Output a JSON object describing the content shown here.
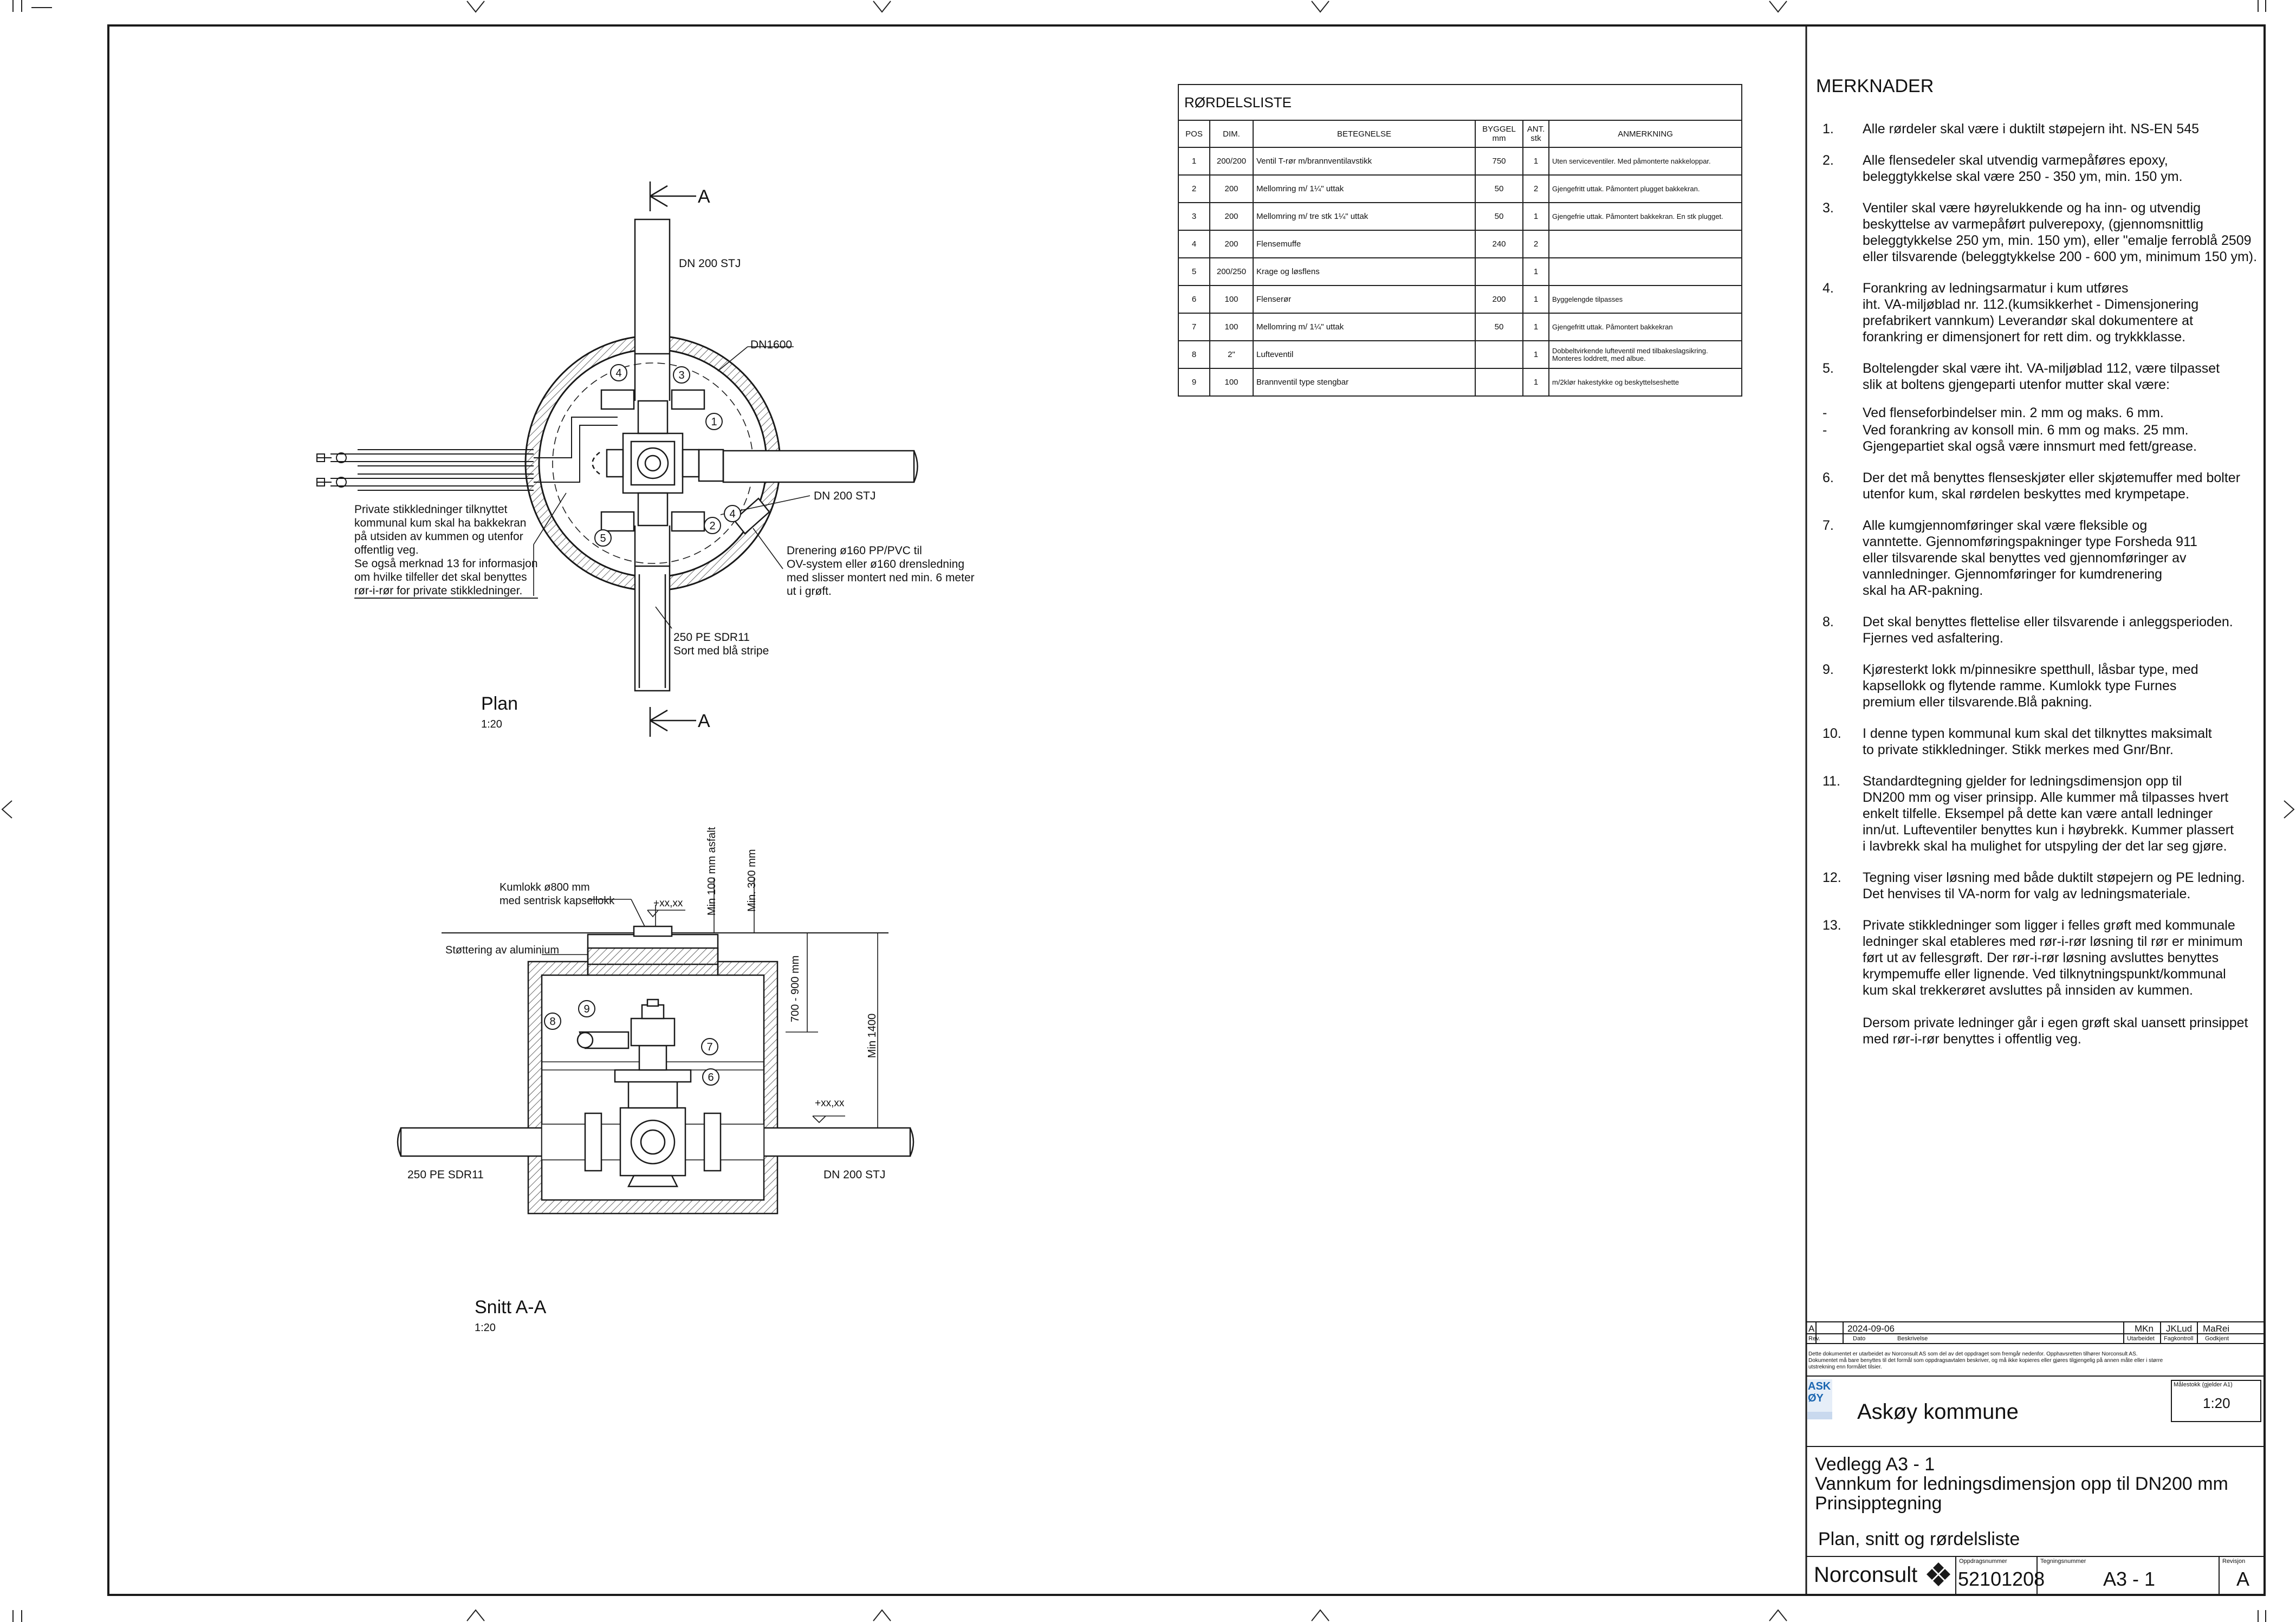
{
  "plan": {
    "title": "Plan",
    "scale": "1:20",
    "section_marker": "A",
    "labels": {
      "dn200_top": "DN 200 STJ",
      "dn1600": "DN1600",
      "dn200_right": "DN 200 STJ",
      "private_note": "Private stikkledninger tilknyttet\nkommunal kum skal ha bakkekran\npå utsiden av kummen og utenfor\noffentlig veg.\nSe også merknad 13 for informasjon\nom hvilke tilfeller det skal benyttes\nrør-i-rør for private stikkledninger.",
      "drenering": "Drenering ø160 PP/PVC til\nOV-system eller ø160 drensledning\nmed slisser montert ned min. 6 meter\nut i grøft.",
      "pe_pipe": "250 PE SDR11\nSort med blå stripe"
    },
    "callouts": [
      "4",
      "3",
      "1",
      "2",
      "4",
      "5"
    ]
  },
  "section": {
    "title": "Snitt A-A",
    "scale": "1:20",
    "labels": {
      "kumlokk": "Kumlokk ø800 mm\nmed sentrisk kapsellokk",
      "level_top": "+xx,xx",
      "stottering": "Støttering av aluminium",
      "min100": "Min 100 mm asfalt",
      "min300": "Min. 300 mm",
      "range700": "700 - 900 mm",
      "min1400": "Min 1400",
      "level_pipe": "+xx,xx",
      "pe_left": "250 PE SDR11",
      "dn200": "DN 200 STJ"
    },
    "callouts": [
      "8",
      "9",
      "7",
      "6"
    ]
  },
  "rordelsliste": {
    "title": "RØRDELSLISTE",
    "headers": [
      "POS",
      "DIM.",
      "BETEGNELSE",
      "BYGGEL\nmm",
      "ANT.\nstk",
      "ANMERKNING"
    ],
    "rows": [
      [
        "1",
        "200/200",
        "Ventil T-rør m/brannventilavstikk",
        "750",
        "1",
        "Uten serviceventiler. Med påmonterte nakkeloppar."
      ],
      [
        "2",
        "200",
        "Mellomring m/ 1¼\" uttak",
        "50",
        "2",
        "Gjengefritt uttak. Påmontert plugget bakkekran."
      ],
      [
        "3",
        "200",
        "Mellomring m/ tre stk 1¼\" uttak",
        "50",
        "1",
        "Gjengefrie uttak. Påmontert bakkekran. En stk plugget."
      ],
      [
        "4",
        "200",
        "Flensemuffe",
        "240",
        "2",
        ""
      ],
      [
        "5",
        "200/250",
        "Krage og løsflens",
        "",
        "1",
        ""
      ],
      [
        "6",
        "100",
        "Flenserør",
        "200",
        "1",
        "Byggelengde tilpasses"
      ],
      [
        "7",
        "100",
        "Mellomring m/ 1¼\" uttak",
        "50",
        "1",
        "Gjengefritt uttak. Påmontert bakkekran"
      ],
      [
        "8",
        "2\"",
        "Lufteventil",
        "",
        "1",
        "Dobbeltvirkende lufteventil med tilbakeslagsikring. Monteres loddrett, med albue."
      ],
      [
        "9",
        "100",
        "Brannventil type stengbar",
        "",
        "1",
        "m/2klør hakestykke og beskyttelseshette"
      ]
    ]
  },
  "merknader": {
    "title": "MERKNADER",
    "items": [
      {
        "num": "1.",
        "text": "Alle rørdeler skal være i duktilt støpejern iht. NS-EN 545"
      },
      {
        "num": "2.",
        "text": "Alle flensedeler skal utvendig varmepåføres epoxy,\nbeleggtykkelse  skal være 250 - 350 ym, min. 150 ym."
      },
      {
        "num": "3.",
        "text": "Ventiler skal være høyrelukkende og ha inn- og utvendig\nbeskyttelse av varmepåført pulverepoxy, (gjennomsnittlig\nbeleggtykkelse 250 ym, min. 150 ym), eller \"emalje ferroblå 2509\neller tilsvarende (beleggtykkelse 200 - 600 ym, minimum 150 ym)."
      },
      {
        "num": "4.",
        "text": "Forankring av ledningsarmatur i kum utføres\niht. VA-miljøblad nr. 112.(kumsikkerhet - Dimensjonering\nprefabrikert vannkum) Leverandør skal dokumentere at\nforankring er dimensjonert for rett dim. og trykkklasse."
      },
      {
        "num": "5.",
        "text": "Boltelengder skal være iht. VA-miljøblad 112, være tilpasset\nslik at boltens gjengeparti utenfor mutter skal være:"
      },
      {
        "num": "-",
        "text": "Ved flenseforbindelser min. 2 mm og maks. 6 mm."
      },
      {
        "num": "-",
        "text": "Ved forankring av konsoll min. 6 mm og maks. 25 mm.\nGjengepartiet skal også være innsmurt med fett/grease."
      },
      {
        "num": "6.",
        "text": "Der det må benyttes flenseskjøter eller skjøtemuffer med bolter\nutenfor kum, skal rørdelen beskyttes med krympetape."
      },
      {
        "num": "7.",
        "text": "Alle kumgjennomføringer skal være fleksible og\nvanntette. Gjennomføringspakninger type Forsheda 911\neller tilsvarende skal benyttes ved gjennomføringer av\nvannledninger. Gjennomføringer for kumdrenering\nskal ha AR-pakning."
      },
      {
        "num": "8.",
        "text": "Det skal benyttes flettelise eller tilsvarende i anleggsperioden.\nFjernes ved asfaltering."
      },
      {
        "num": "9.",
        "text": "Kjøresterkt lokk m/pinnesikre spetthull, låsbar type, med\nkapsellokk og flytende ramme. Kumlokk type Furnes\npremium eller tilsvarende.Blå pakning."
      },
      {
        "num": "10.",
        "text": "I denne typen kommunal kum skal det tilknyttes maksimalt\nto private stikkledninger. Stikk merkes med Gnr/Bnr."
      },
      {
        "num": "11.",
        "text": "Standardtegning gjelder for ledningsdimensjon opp til\nDN200 mm og viser prinsipp. Alle kummer må tilpasses hvert\nenkelt tilfelle. Eksempel på dette kan være antall ledninger\ninn/ut. Lufteventiler benyttes kun i høybrekk. Kummer plassert\ni lavbrekk skal ha mulighet for utspyling der det lar seg gjøre."
      },
      {
        "num": "12.",
        "text": "Tegning viser løsning med både duktilt støpejern og PE ledning.\nDet henvises til VA-norm for valg av ledningsmateriale."
      },
      {
        "num": "13.",
        "text": "Private stikkledninger som ligger i felles grøft med kommunale\nledninger skal etableres med rør-i-rør løsning til rør er minimum\nført ut av fellesgrøft. Der rør-i-rør løsning avsluttes benyttes\nkrympemuffe eller lignende. Ved tilknytningspunkt/kommunal\nkum skal trekkerøret avsluttes på innsiden av kummen.\n\nDersom private ledninger går i egen grøft skal uansett prinsippet\nmed rør-i-rør benyttes i offentlig veg."
      }
    ]
  },
  "title_block": {
    "revision_row": {
      "rev": "A",
      "date": "2024-09-06",
      "desc": "",
      "utarbeidet": "MKn",
      "fagkontroll": "JKLud",
      "godkjent": "MaRei"
    },
    "revision_headers": {
      "rev": "Rev.",
      "date": "Dato",
      "desc": "Beskrivelse",
      "utarbeidet": "Utarbeidet",
      "fagkontroll": "Fagkontroll",
      "godkjent": "Godkjent"
    },
    "disclaimer": "Dette dokumentet er utarbeidet av Norconsult AS som del av det oppdraget som fremgår nedenfor. Opphavsretten tilhører Norconsult AS.\nDokumentet må bare benyttes til det formål som oppdragsavtalen beskriver, og må ikke kopieres eller gjøres tilgjengelig på annen måte eller i større\nutstrekning enn formålet tilsier.",
    "client": "Askøy kommune",
    "logo_text": "ASK\nØY",
    "scale_label": "Målestokk (gjelder A1)",
    "scale": "1:20",
    "title_line1": "Vedlegg A3 - 1",
    "title_line2": "Vannkum for ledningsdimensjon opp til DN200 mm",
    "title_line3": "Prinsipptegning",
    "subtitle": "Plan, snitt og rørdelsliste",
    "company": "Norconsult",
    "oppdrag_label": "Oppdragsnummer",
    "oppdrag": "52101208",
    "tegning_label": "Tegningsnummer",
    "tegning": "A3 - 1",
    "revisjon_label": "Revisjon",
    "revisjon": "A"
  },
  "colors": {
    "line": "#1a1a1a",
    "hatch": "#444444",
    "logo_blue": "#1b66b1"
  }
}
